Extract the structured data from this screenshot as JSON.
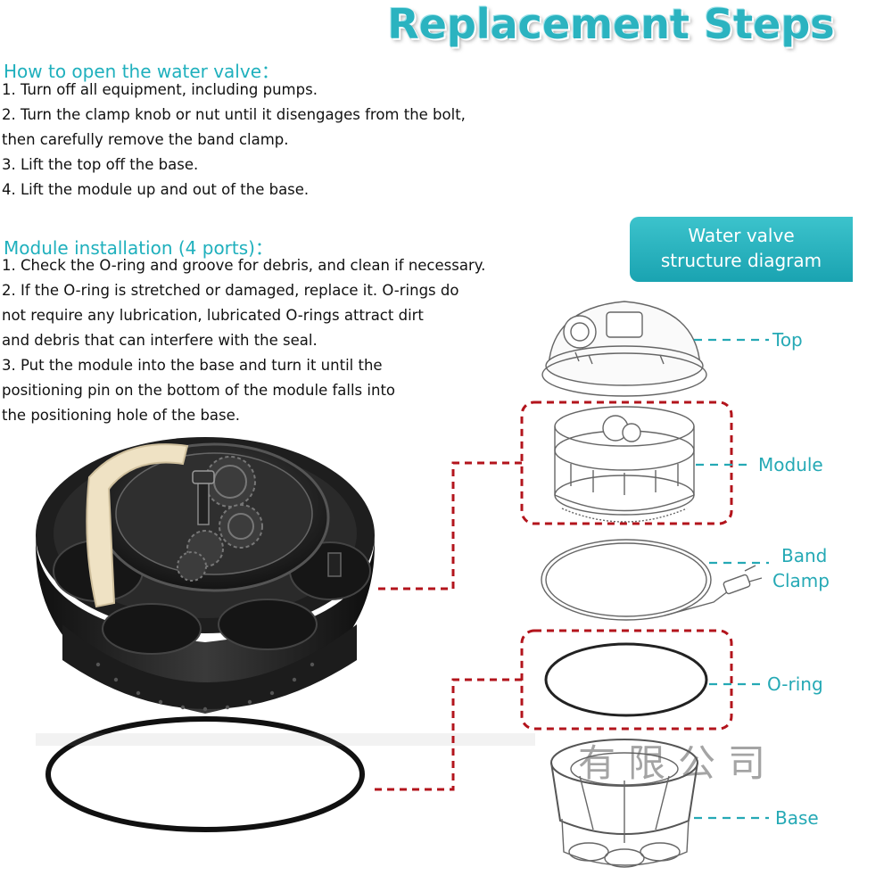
{
  "title": "Replacement Steps",
  "open_section": {
    "heading": "How to open the water valve：",
    "lines": [
      "1. Turn off all equipment, including pumps.",
      "2. Turn the clamp knob or nut until it disengages from the bolt,",
      "then carefully remove the band clamp.",
      "3. Lift the top off the base.",
      "4. Lift the module up and out of the base."
    ]
  },
  "install_section": {
    "heading": "Module installation (4 ports)：",
    "lines": [
      "1. Check the O-ring and groove for debris, and clean if necessary.",
      "2. If the O-ring is stretched or damaged, replace it. O-rings do",
      "not require any lubrication, lubricated O-rings attract dirt",
      "and debris that can interfere with the seal.",
      "3. Put the module into the base and turn it until the",
      "positioning pin on the bottom of the module falls into",
      "the positioning hole of the base."
    ]
  },
  "diagram_badge": {
    "line1": "Water valve",
    "line2": "structure diagram"
  },
  "parts": {
    "top": "Top",
    "module": "Module",
    "band_clamp_1": "Band",
    "band_clamp_2": "Clamp",
    "oring": "O-ring",
    "base": "Base"
  },
  "watermark": "有限公司",
  "colors": {
    "accent": "#2bb3c0",
    "highlight_dash": "#b3141c",
    "part_label": "#25a9b5"
  }
}
